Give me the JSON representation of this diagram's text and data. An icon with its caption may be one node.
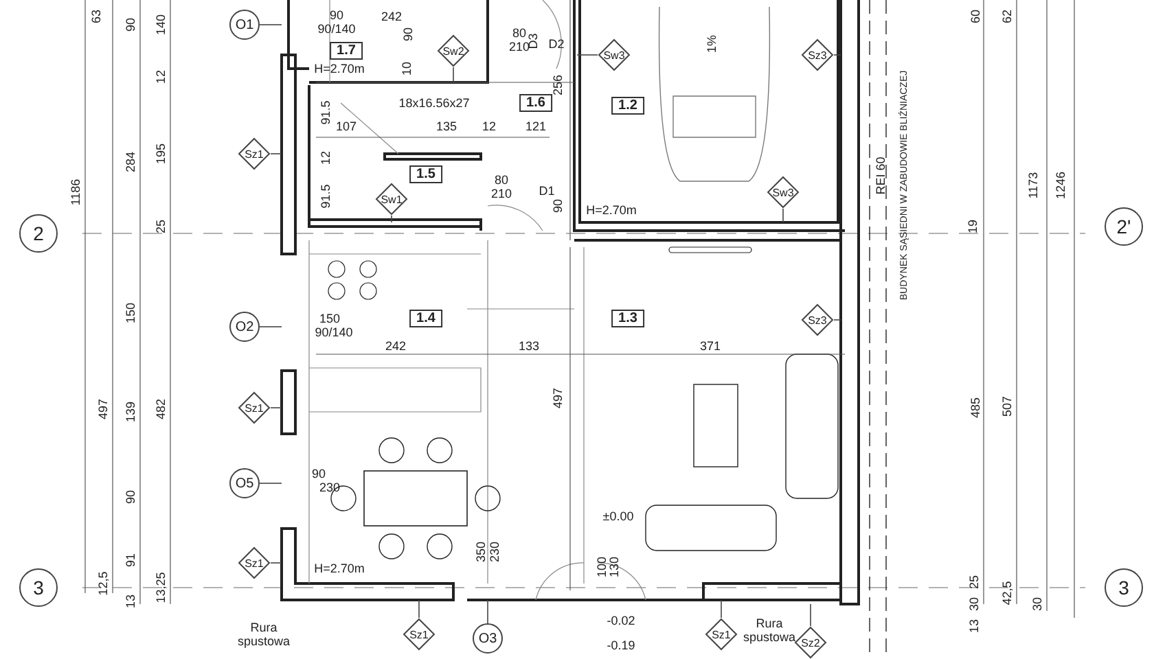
{
  "diagram": {
    "nodes": [
      {
        "text": [
          "O1"
        ]
      },
      {
        "text": [
          "Sw2"
        ]
      },
      {
        "text": [
          "Sw3"
        ]
      },
      {
        "text": [
          "Sz3"
        ]
      },
      {
        "text": [
          "1.7"
        ]
      },
      {
        "text": [
          "1.6"
        ]
      },
      {
        "text": [
          "1.2"
        ]
      },
      {
        "text": [
          "Sz1"
        ]
      },
      {
        "text": [
          "1.5"
        ]
      },
      {
        "text": [
          "Sw1"
        ]
      },
      {
        "text": [
          "Sw3"
        ]
      },
      {
        "text": [
          "2"
        ]
      },
      {
        "text": [
          "2'"
        ]
      },
      {
        "text": [
          "1.4"
        ]
      },
      {
        "text": [
          "1.3"
        ]
      },
      {
        "text": [
          "Sz3"
        ]
      },
      {
        "text": [
          "O2"
        ]
      },
      {
        "text": [
          "Sz1"
        ]
      },
      {
        "text": [
          "O5"
        ]
      },
      {
        "text": [
          "Sz1"
        ]
      },
      {
        "text": [
          "3"
        ]
      },
      {
        "text": [
          "3"
        ]
      },
      {
        "text": [
          "O3"
        ]
      },
      {
        "text": [
          "Sz1"
        ]
      },
      {
        "text": [
          "Sz1"
        ]
      },
      {
        "text": [
          "Sz2"
        ]
      }
    ],
    "edges": [
      {
        "from": 0,
        "to": null,
        "arrow": "none"
      },
      {
        "from": 1,
        "to": null,
        "arrow": "none"
      },
      {
        "from": 2,
        "to": null,
        "arrow": "none"
      },
      {
        "from": 3,
        "to": null,
        "arrow": "none"
      },
      {
        "from": 7,
        "to": null,
        "arrow": "none"
      },
      {
        "from": 9,
        "to": null,
        "arrow": "none"
      },
      {
        "from": 10,
        "to": null,
        "arrow": "none"
      },
      {
        "from": 15,
        "to": null,
        "arrow": "none"
      },
      {
        "from": 16,
        "to": null,
        "arrow": "none"
      },
      {
        "from": 17,
        "to": null,
        "arrow": "none"
      },
      {
        "from": 18,
        "to": null,
        "arrow": "none"
      },
      {
        "from": 19,
        "to": null,
        "arrow": "none"
      },
      {
        "from": 22,
        "to": null,
        "arrow": "none"
      },
      {
        "from": 23,
        "to": null,
        "arrow": "none"
      },
      {
        "from": 24,
        "to": null,
        "arrow": "none"
      },
      {
        "from": 25,
        "to": null,
        "arrow": "none"
      }
    ],
    "labels": [
      "63",
      "90",
      "140",
      "90",
      "90/140",
      "242",
      "90",
      "80",
      "210",
      "D3",
      "D2",
      "1%",
      "60",
      "62",
      "H=2.70m",
      "10",
      "12",
      "256",
      "18x16.56x27",
      "91.5",
      "107",
      "135",
      "12",
      "121",
      "284",
      "195",
      "1186",
      "REI 60",
      "BUDYNEK SĄSIEDNI W ZABUDOWIE BLIŹNIACZEJ",
      "1173",
      "1246",
      "12",
      "80",
      "210",
      "D1",
      "91.5",
      "90",
      "H=2.70m",
      "25",
      "19",
      "150",
      "150",
      "90/140",
      "242",
      "133",
      "371",
      "497",
      "497",
      "139",
      "482",
      "485",
      "507",
      "90",
      "230",
      "90",
      "±0.00",
      "91",
      "350",
      "230",
      "H=2.70m",
      "100",
      "130",
      "12,5",
      "13",
      "13,25",
      "25",
      "30",
      "13",
      "42,5",
      "30",
      "-0.02",
      "-0.19",
      "Rura spustowa",
      "Rura spustowa"
    ]
  }
}
